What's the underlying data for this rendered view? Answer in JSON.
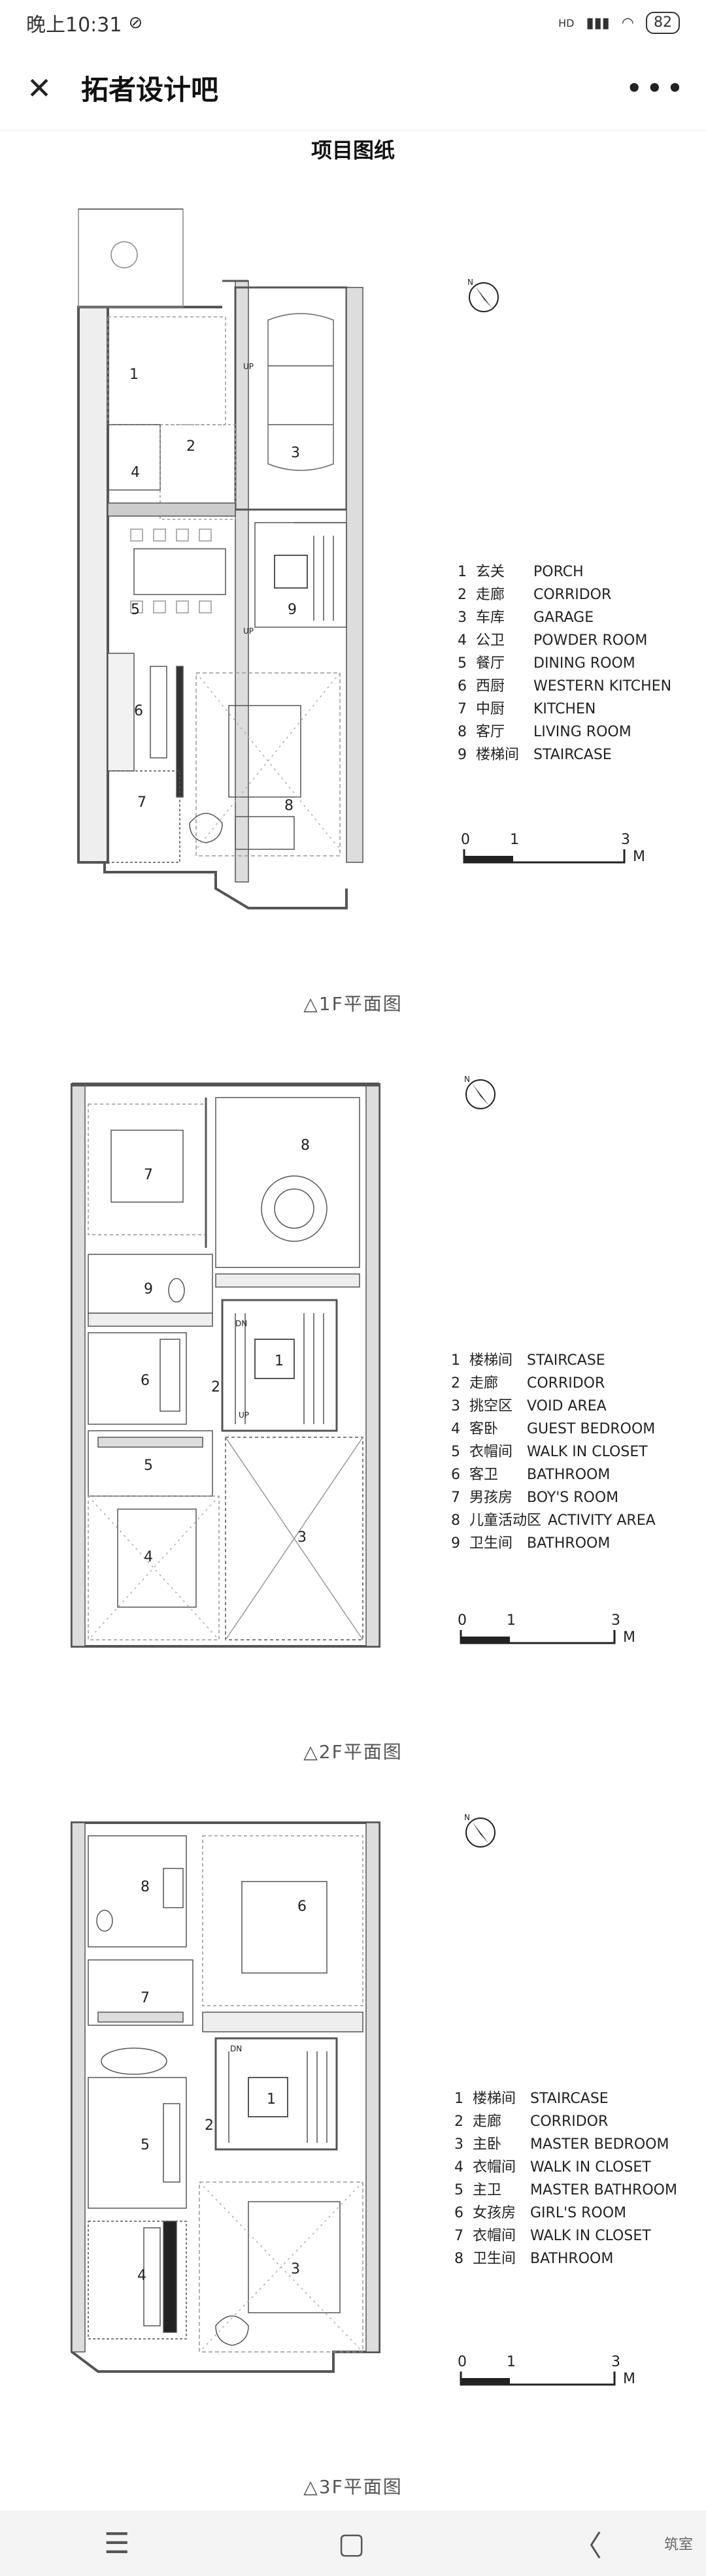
{
  "status": {
    "time": "晚上10:31",
    "signal": "HD",
    "battery": "82"
  },
  "header": {
    "title": "拓者设计吧",
    "close_icon": "close-icon",
    "more_icon": "more-icon"
  },
  "section_title": "项目图纸",
  "floors": [
    {
      "caption": "△1F平面图",
      "legend": [
        {
          "n": "1",
          "cn": "玄关",
          "en": "PORCH"
        },
        {
          "n": "2",
          "cn": "走廊",
          "en": "CORRIDOR"
        },
        {
          "n": "3",
          "cn": "车库",
          "en": "GARAGE"
        },
        {
          "n": "4",
          "cn": "公卫",
          "en": "POWDER ROOM"
        },
        {
          "n": "5",
          "cn": "餐厅",
          "en": "DINING ROOM"
        },
        {
          "n": "6",
          "cn": "西厨",
          "en": "WESTERN KITCHEN"
        },
        {
          "n": "7",
          "cn": "中厨",
          "en": "KITCHEN"
        },
        {
          "n": "8",
          "cn": "客厅",
          "en": "LIVING ROOM"
        },
        {
          "n": "9",
          "cn": "楼梯间",
          "en": "STAIRCASE"
        }
      ],
      "scale": {
        "t0": "0",
        "t1": "1",
        "t3": "3",
        "unit": "M"
      },
      "rooms": [
        "1",
        "2",
        "3",
        "4",
        "5",
        "6",
        "7",
        "8",
        "9"
      ],
      "labels": {
        "up1": "UP",
        "up2": "UP"
      }
    },
    {
      "caption": "△2F平面图",
      "legend": [
        {
          "n": "1",
          "cn": "楼梯间",
          "en": "STAIRCASE"
        },
        {
          "n": "2",
          "cn": "走廊",
          "en": "CORRIDOR"
        },
        {
          "n": "3",
          "cn": "挑空区",
          "en": "VOID AREA"
        },
        {
          "n": "4",
          "cn": "客卧",
          "en": "GUEST BEDROOM"
        },
        {
          "n": "5",
          "cn": "衣帽间",
          "en": "WALK IN CLOSET"
        },
        {
          "n": "6",
          "cn": "客卫",
          "en": "BATHROOM"
        },
        {
          "n": "7",
          "cn": "男孩房",
          "en": "BOY'S ROOM"
        },
        {
          "n": "8",
          "cn": "儿童活动区",
          "en": "ACTIVITY AREA"
        },
        {
          "n": "9",
          "cn": "卫生间",
          "en": "BATHROOM"
        }
      ],
      "scale": {
        "t0": "0",
        "t1": "1",
        "t3": "3",
        "unit": "M"
      },
      "rooms": [
        "1",
        "2",
        "3",
        "4",
        "5",
        "6",
        "7",
        "8",
        "9"
      ],
      "labels": {
        "dn": "DN",
        "up": "UP"
      }
    },
    {
      "caption": "△3F平面图",
      "legend": [
        {
          "n": "1",
          "cn": "楼梯间",
          "en": "STAIRCASE"
        },
        {
          "n": "2",
          "cn": "走廊",
          "en": "CORRIDOR"
        },
        {
          "n": "3",
          "cn": "主卧",
          "en": "MASTER BEDROOM"
        },
        {
          "n": "4",
          "cn": "衣帽间",
          "en": "WALK IN CLOSET"
        },
        {
          "n": "5",
          "cn": "主卫",
          "en": "MASTER BATHROOM"
        },
        {
          "n": "6",
          "cn": "女孩房",
          "en": "GIRL'S ROOM"
        },
        {
          "n": "7",
          "cn": "衣帽间",
          "en": "WALK IN CLOSET"
        },
        {
          "n": "8",
          "cn": "卫生间",
          "en": "BATHROOM"
        }
      ],
      "scale": {
        "t0": "0",
        "t1": "1",
        "t3": "3",
        "unit": "M"
      },
      "rooms": [
        "1",
        "2",
        "3",
        "4",
        "5",
        "6",
        "7",
        "8"
      ],
      "labels": {
        "dn": "DN"
      }
    }
  ],
  "navbar": {
    "menu": "☰",
    "home": "▢",
    "back": "〈",
    "watermark": "筑室"
  }
}
